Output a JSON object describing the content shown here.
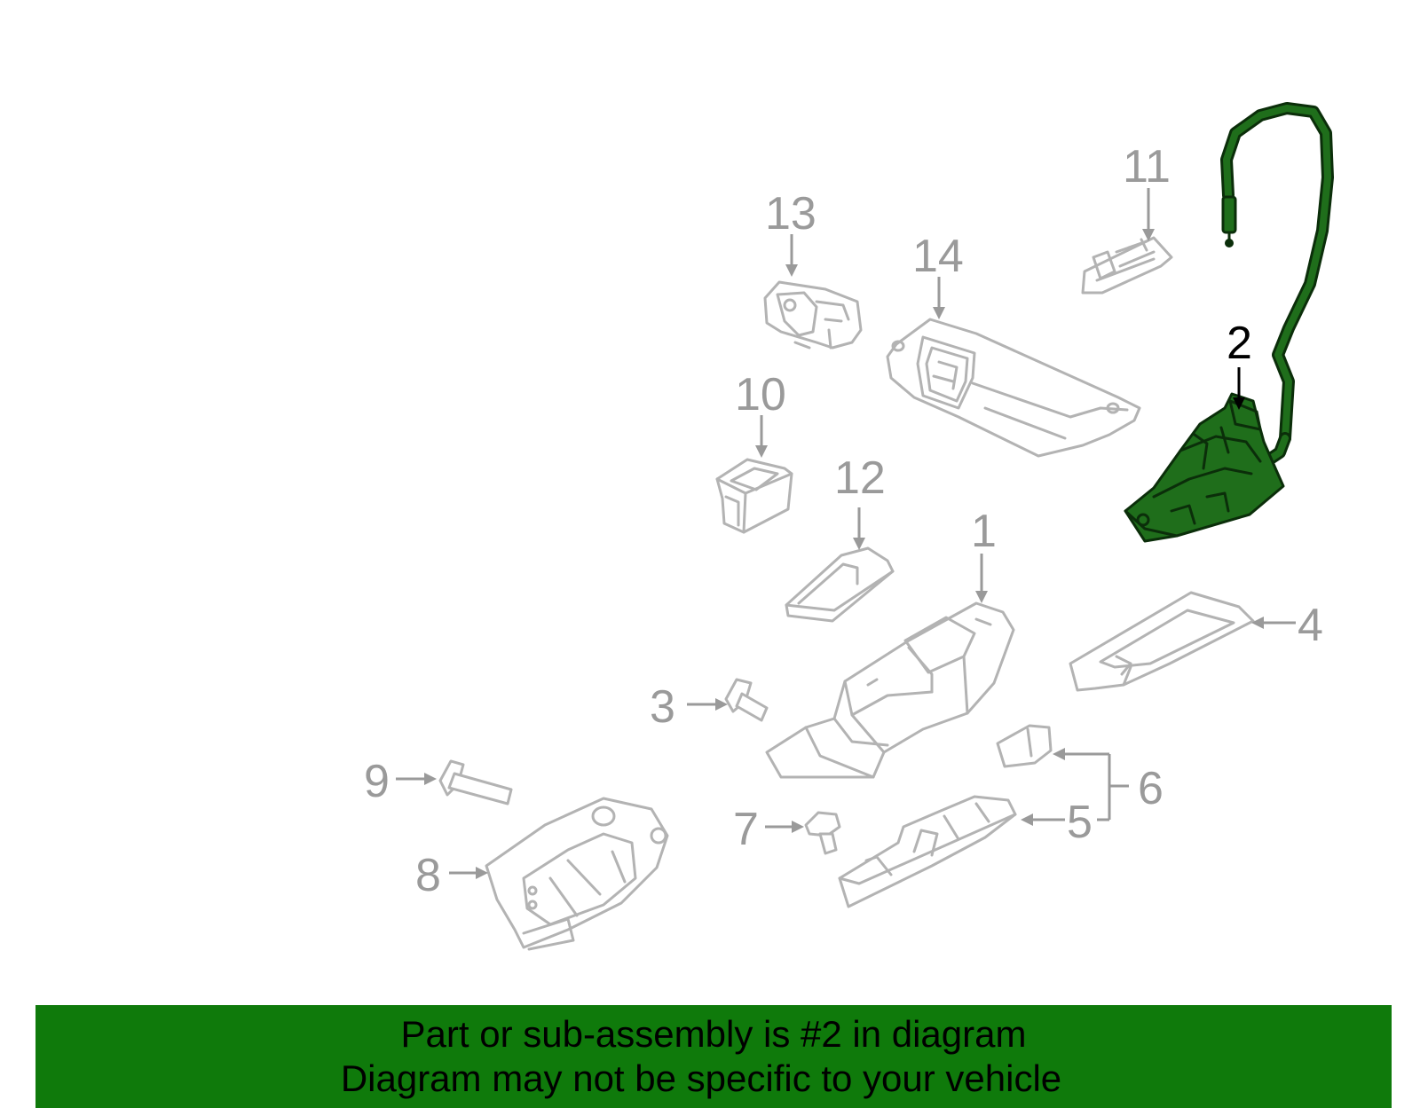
{
  "callouts": {
    "c1": "1",
    "c2": "2",
    "c3": "3",
    "c4": "4",
    "c5": "5",
    "c6": "6",
    "c7": "7",
    "c8": "8",
    "c9": "9",
    "c10": "10",
    "c11": "11",
    "c12": "12",
    "c13": "13",
    "c14": "14"
  },
  "highlighted_part": "2",
  "colors": {
    "highlight": "#1f6e1b",
    "banner": "#0f7a0b",
    "callout_gray": "#9a9a9a",
    "part_outline": "#b3b3b3"
  },
  "banner": {
    "line1": "Part or sub-assembly is #2 in diagram",
    "line2": "Diagram may not be specific to your vehicle"
  }
}
